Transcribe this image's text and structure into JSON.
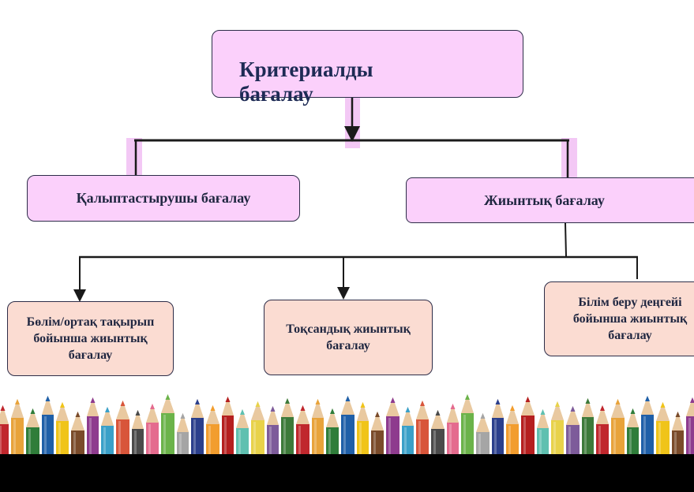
{
  "diagram": {
    "root": {
      "label": "Критериалды бағалау"
    },
    "level2": [
      {
        "label": "Қалыптастырушы бағалау"
      },
      {
        "label": "Жиынтық бағалау"
      }
    ],
    "level3": [
      {
        "label": "Бөлім/ортақ тақырып бойынша жиынтық бағалау"
      },
      {
        "label": "Тоқсандық жиынтық бағалау"
      },
      {
        "label": "Білім беру деңгейі бойынша жиынтық бағалау"
      }
    ]
  },
  "colors": {
    "box_fill": "#fbd0fb",
    "leaf_fill": "#fbdcd2",
    "connector": "#1a1a1a",
    "footer": "#000000"
  }
}
